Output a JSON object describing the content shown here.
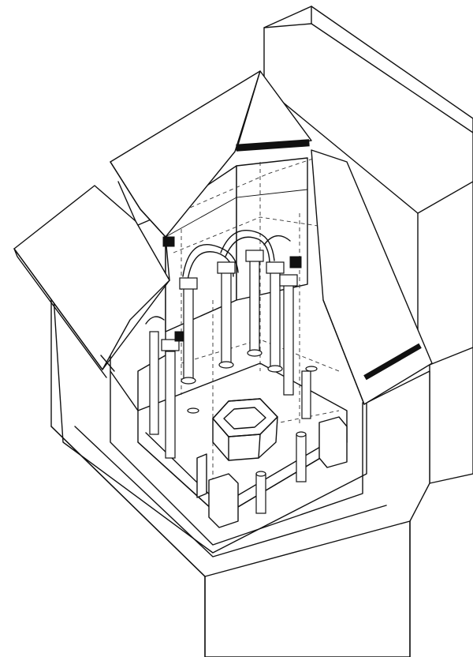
{
  "image": {
    "kind": "axonometric-cutaway-drawing",
    "subject": "",
    "colors": {
      "line": "#111111",
      "paper": "#ffffff"
    }
  },
  "columns": [
    {
      "name": "column-back-left"
    },
    {
      "name": "column-back-mid-left"
    },
    {
      "name": "column-back-mid-right"
    },
    {
      "name": "column-back-right"
    },
    {
      "name": "column-left-front"
    },
    {
      "name": "column-left-mid"
    },
    {
      "name": "column-right-mid"
    },
    {
      "name": "column-right-front"
    },
    {
      "name": "column-stump-right"
    },
    {
      "name": "column-stump-front"
    }
  ]
}
